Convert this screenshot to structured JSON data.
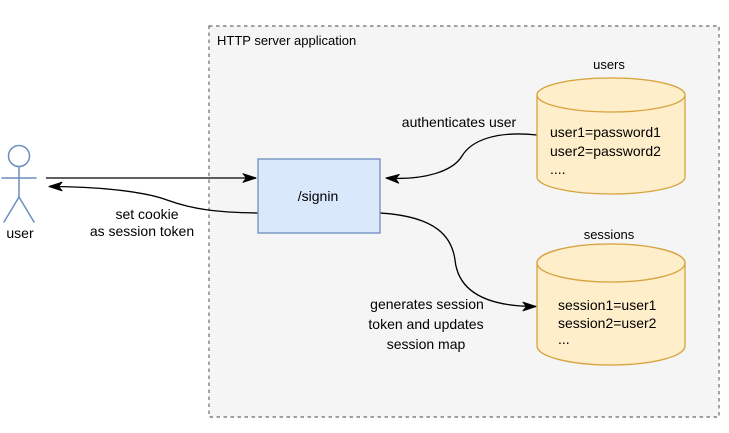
{
  "diagram": {
    "container": {
      "label": "HTTP server application",
      "fill": "#f5f5f5",
      "border_color": "#6b6b6b"
    },
    "actor": {
      "label": "user",
      "head_fill": "#dae8fc",
      "line_color": "#6c8ebf"
    },
    "signin": {
      "label": "/signin",
      "fill": "#dae8fc",
      "border_color": "#6c8ebf"
    },
    "users_db": {
      "title": "users",
      "rows": [
        "user1=password1",
        "user2=password2",
        "...."
      ],
      "fill": "#ffeeca",
      "border_color": "#d6a440"
    },
    "sessions_db": {
      "title": "sessions",
      "rows": [
        "session1=user1",
        "session2=user2",
        "..."
      ],
      "fill": "#ffeeca",
      "border_color": "#d6a440"
    },
    "edges": {
      "authenticates": {
        "label": "authenticates user"
      },
      "set_cookie": {
        "lines": [
          "set cookie",
          "as session token"
        ]
      },
      "generates": {
        "lines": [
          "generates session",
          "token and updates",
          "session map"
        ]
      }
    },
    "edge_color": "#000000"
  }
}
